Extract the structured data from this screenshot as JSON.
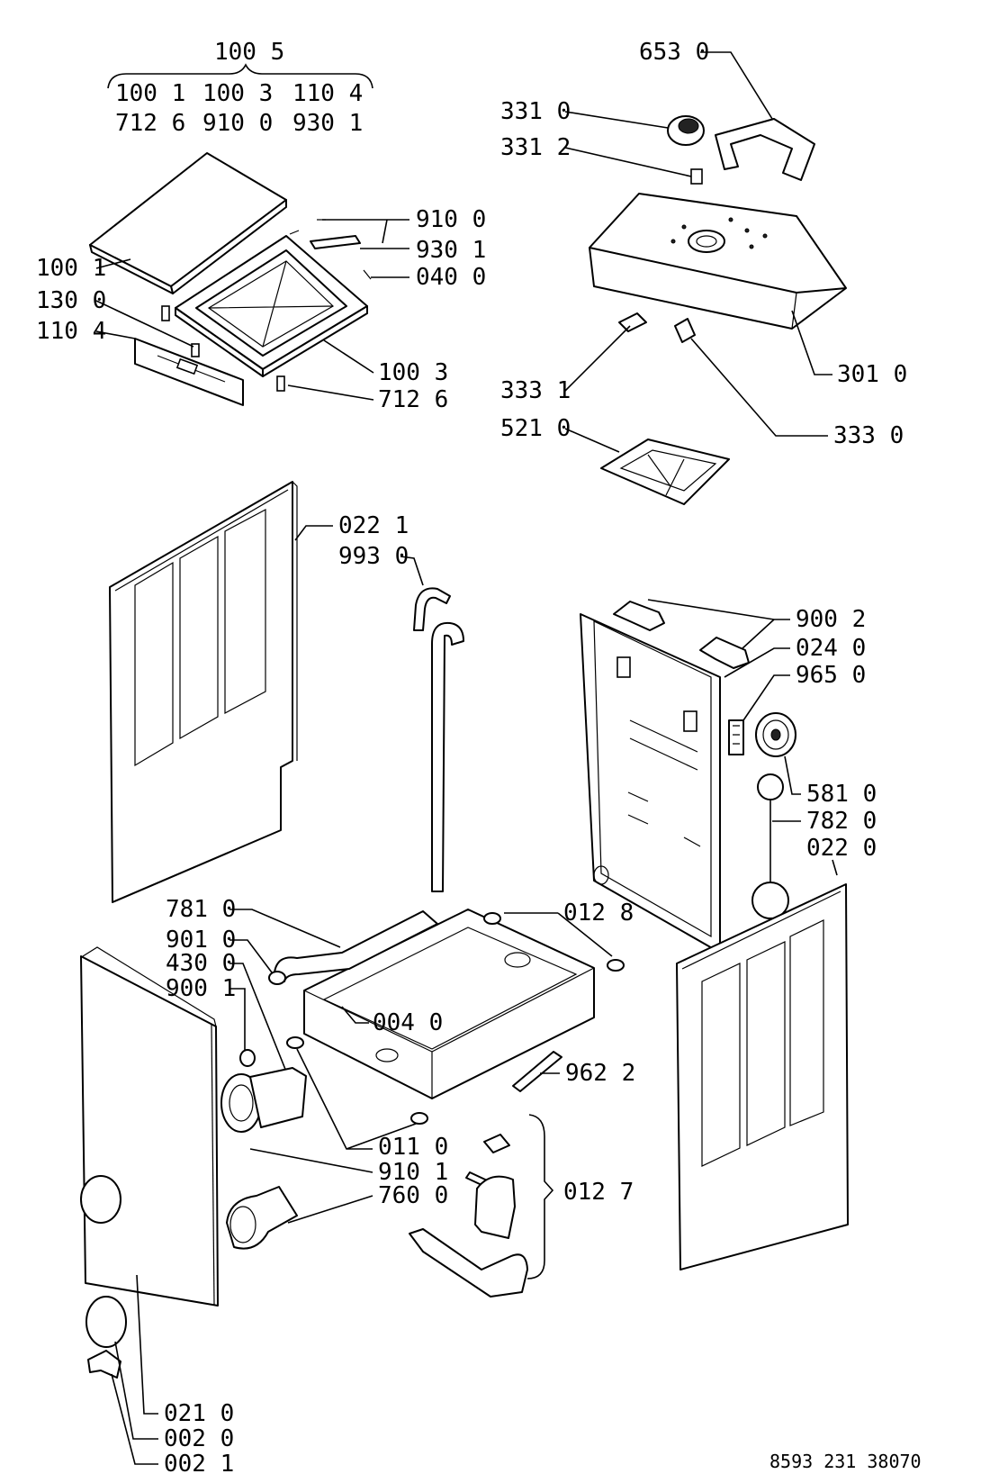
{
  "group_header": "100 5",
  "group_row1": [
    "100 1",
    "100 3",
    "110 4"
  ],
  "group_row2": [
    "712 6",
    "910 0",
    "930 1"
  ],
  "labels": [
    "653 0",
    "331 0",
    "331 2",
    "910 0",
    "930 1",
    "040 0",
    "100 1",
    "130 0",
    "110 4",
    "100 3",
    "712 6",
    "301 0",
    "333 1",
    "333 0",
    "521 0",
    "022 1",
    "993 0",
    "900 2",
    "024 0",
    "965 0",
    "581 0",
    "782 0",
    "022 0",
    "781 0",
    "012 8",
    "901 0",
    "430 0",
    "900 1",
    "004 0",
    "962 2",
    "011 0",
    "910 1",
    "760 0",
    "012 7",
    "021 0",
    "002 0",
    "002 1"
  ],
  "doc_number": "8593 231 38070"
}
